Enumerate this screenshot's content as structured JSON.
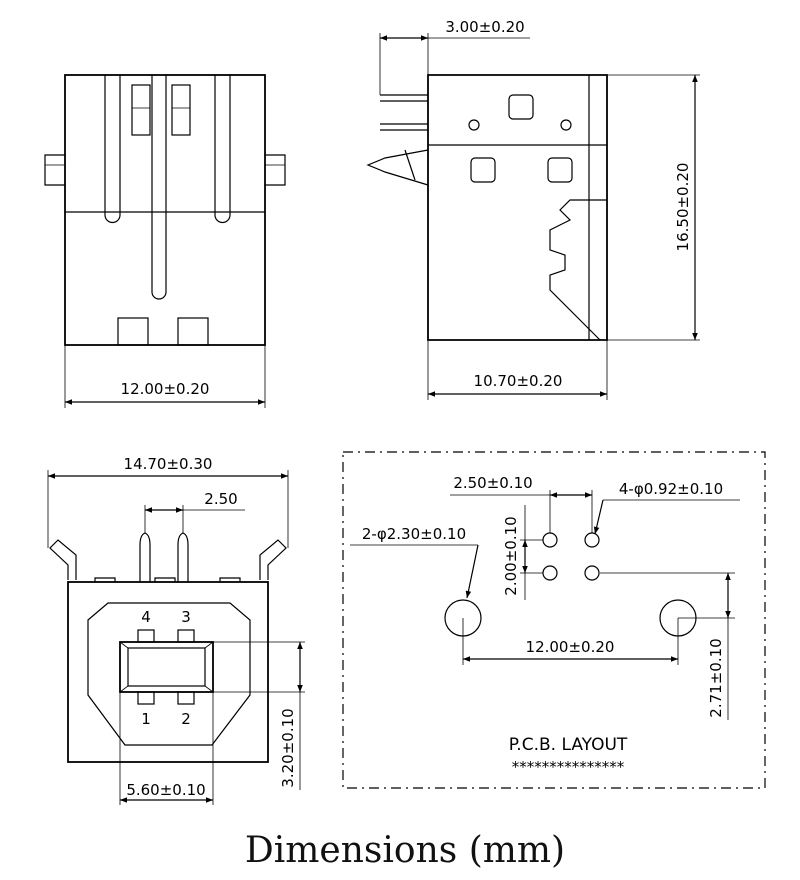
{
  "front_view": {
    "width_dim": "12.00±0.20"
  },
  "side_view": {
    "pin_dim": "3.00±0.20",
    "height_dim": "16.50±0.20",
    "depth_dim": "10.70±0.20"
  },
  "bottom_view": {
    "overall_width_dim": "14.70±0.30",
    "pin_pitch_dim": "2.50",
    "port_width_dim": "5.60±0.10",
    "port_height_dim": "3.20±0.10",
    "pin_labels": [
      "4",
      "3",
      "1",
      "2"
    ]
  },
  "pcb_layout": {
    "hole_pitch_x_dim": "2.50±0.10",
    "hole_pitch_y_dim": "2.00±0.10",
    "small_hole_dim": "4-φ0.92±0.10",
    "large_hole_dim": "2-φ2.30±0.10",
    "mount_pitch_dim": "12.00±0.20",
    "mount_offset_dim": "2.71±0.10",
    "title": "P.C.B.  LAYOUT",
    "stars": "***************"
  },
  "caption": "Dimensions (mm)"
}
